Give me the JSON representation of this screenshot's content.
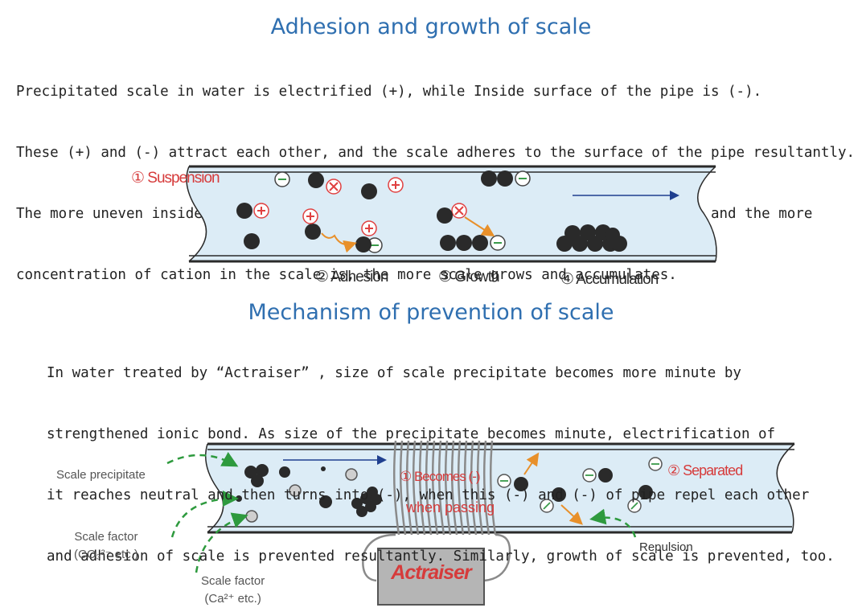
{
  "section1": {
    "title": "Adhesion and growth of scale",
    "lines": [
      "Precipitated scale in water is electrified (+), while Inside surface of the pipe is (-).",
      "These (+) and (-) attract each other, and the scale adheres to the surface of the pipe resultantly.",
      "The more uneven inside surface of the pipe is, the stronger scale adheres partly, and the more",
      "concentration of cation in the scale is, the more scale grows and accumulates."
    ],
    "labels": {
      "suspension": "① Suspension",
      "adhesion": "② Adhesion",
      "growth": "③ Growth",
      "accumulation": "④ Accumulation"
    }
  },
  "section2": {
    "title": "Mechanism of prevention of scale",
    "lines": [
      "In water treated by “Actraiser” , size of scale precipitate becomes more minute by",
      "strengthened ionic bond. As size of the precipitate becomes minute, electrification of",
      "it reaches neutral and then turns into (-), when this (-) and (-) of pipe repel each other",
      "and adhesion of scale is prevented resultantly. Similarly, growth of scale is prevented, too."
    ],
    "labels": {
      "scale_precipitate": "Scale precipitate",
      "scale_factor_co3": "Scale factor",
      "co3_detail": "(CO₃²⁻ etc.)",
      "scale_factor_ca": "Scale factor",
      "ca_detail": "(Ca²⁺ etc.)",
      "becomes_negative": "① Becomes (-)",
      "when_passing": "when passing",
      "separated": "② Separated",
      "repulsion": "Repulsion",
      "device": "Actraiser"
    }
  },
  "colors": {
    "title_blue": "#2f6fb0",
    "label_red": "#d63b3b",
    "pipe_fill": "#dcecf6",
    "pipe_stroke": "#2a2a2a",
    "plus_red": "#e04040",
    "minus_green": "#3a9a4a",
    "arrow_orange": "#e8902a",
    "arrow_green": "#2e9a3e",
    "flow_blue": "#1f3f8f",
    "device_gray": "#b5b5b5",
    "device_text": "#d63b3b"
  }
}
